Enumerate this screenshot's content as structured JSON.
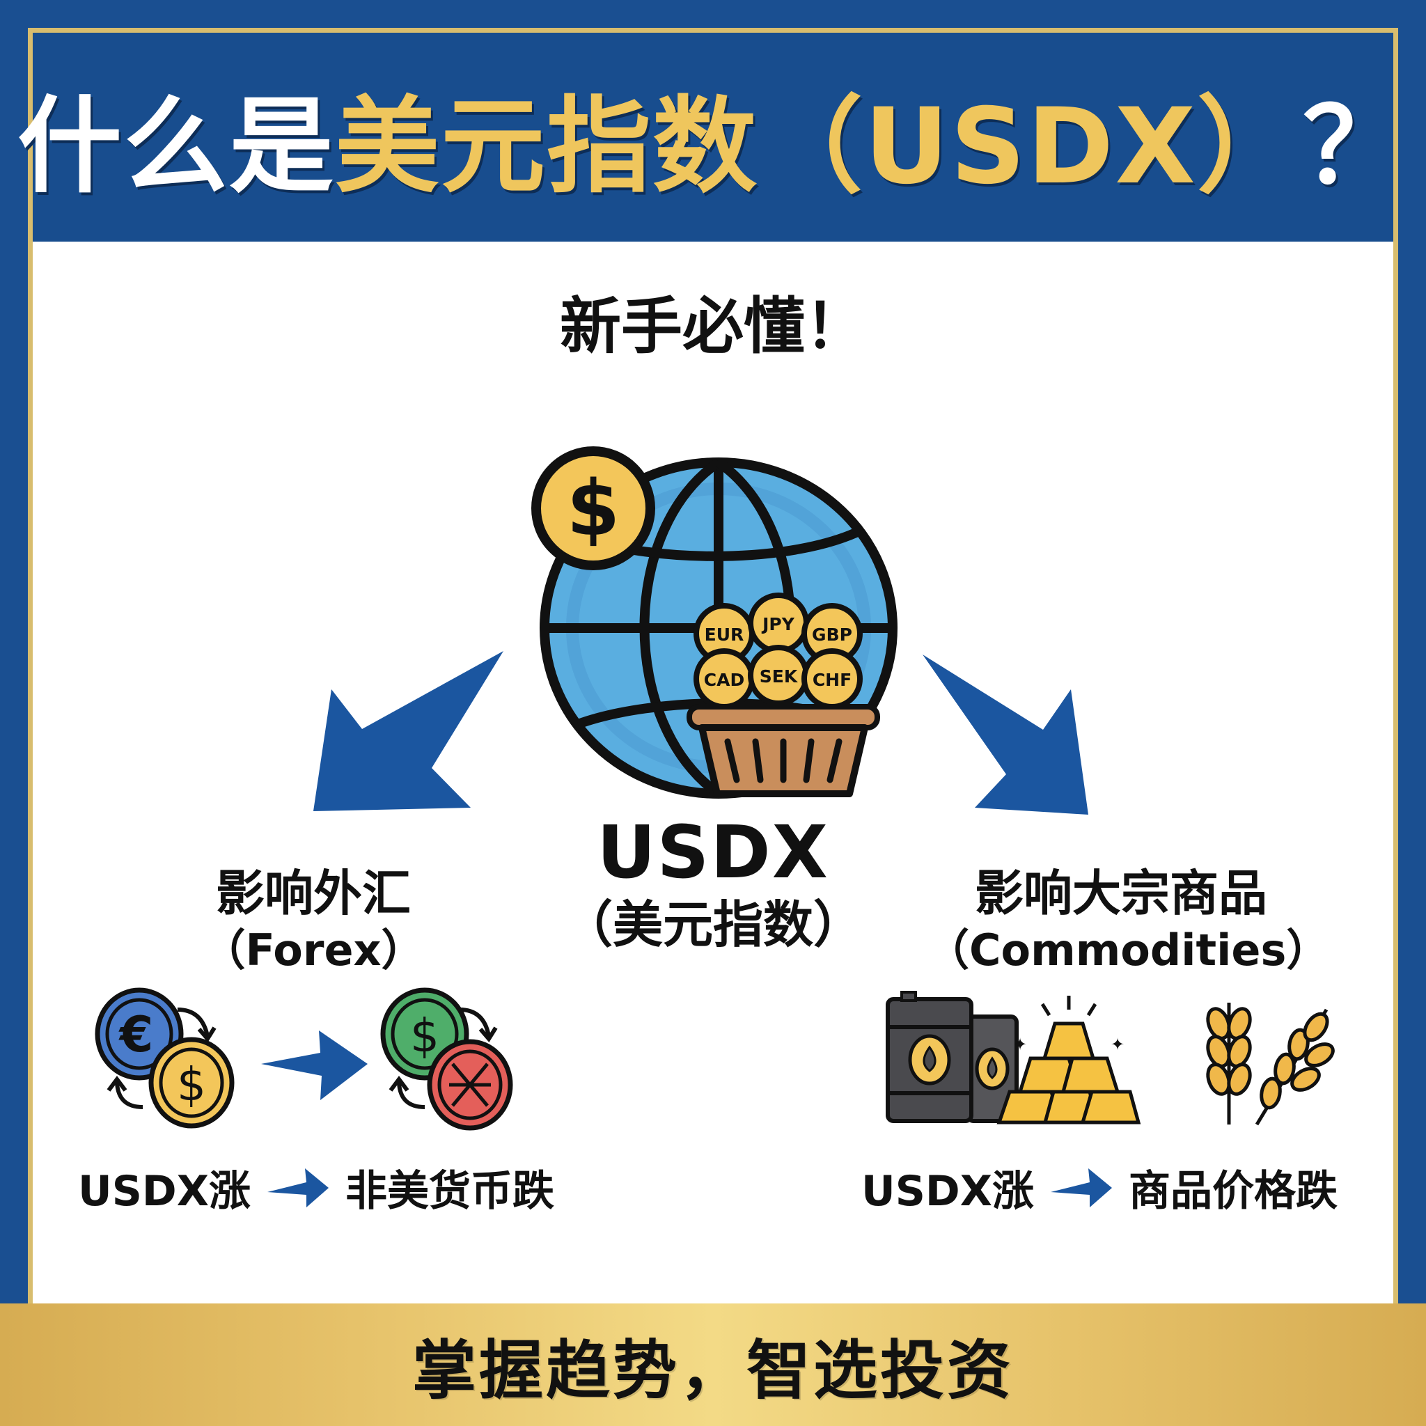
{
  "header": {
    "title_prefix": "什么是",
    "title_highlight": "美元指数（USDX）",
    "title_suffix": "？"
  },
  "subtitle": "新手必懂！",
  "center": {
    "icon": "globe-with-dollar-coin-and-currency-basket-icon",
    "basket_currencies": [
      "EUR",
      "JPY",
      "GBP",
      "CAD",
      "SEK",
      "CHF"
    ],
    "label": "USDX",
    "sublabel": "（美元指数）"
  },
  "left": {
    "heading_cn": "影响外汇",
    "heading_en": "（Forex）",
    "icons": [
      "euro-dollar-exchange-icon",
      "arrow-right-icon",
      "dollar-falling-currency-exchange-icon"
    ],
    "caption_cause": "USDX涨",
    "caption_effect": "非美货币跌"
  },
  "right": {
    "heading_cn": "影响大宗商品",
    "heading_en": "（Commodities）",
    "icons": [
      "oil-barrel-icon",
      "gold-bars-icon",
      "wheat-icon"
    ],
    "caption_cause": "USDX涨",
    "caption_effect": "商品价格跌"
  },
  "footer": {
    "slogan": "掌握趋势，智选投资"
  },
  "colors": {
    "navy": "#184d8e",
    "gold": "#efc65d",
    "gold_border": "#d8bd6e",
    "arrow_blue": "#1b56a0",
    "globe_blue": "#5aaee0",
    "coin_yellow": "#f3c65a",
    "basket_brown": "#c98e5c"
  }
}
